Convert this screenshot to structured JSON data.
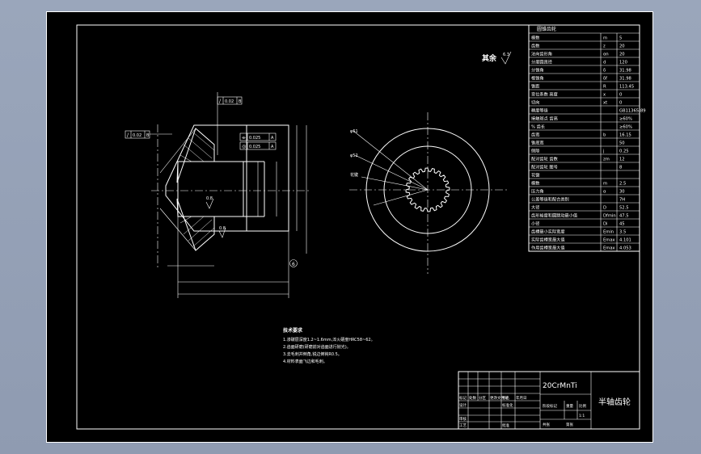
{
  "roughness_general": "其余",
  "roughness_value": "6.3",
  "surface_values": [
    "0.8",
    "0.8"
  ],
  "tolerance_frames": [
    {
      "symbol": "/",
      "value": "0.02",
      "datum": "B"
    },
    {
      "symbol": "/",
      "value": "0.02",
      "datum": "B"
    },
    {
      "symbol": "⌯",
      "value": "0.025",
      "datum": "A"
    },
    {
      "symbol": "◎",
      "value": "0.025",
      "datum": "A"
    }
  ],
  "side_labels": [
    "φ61",
    "φ52",
    "花键"
  ],
  "circle_mark": "6",
  "params_header": "圆锥齿轮",
  "params_rows": [
    {
      "name": "模数",
      "sym": "m",
      "val": "5"
    },
    {
      "name": "齿数",
      "sym": "z",
      "val": "20"
    },
    {
      "name": "法向齿形角",
      "sym": "αn",
      "val": "20"
    },
    {
      "name": "分度圆直径",
      "sym": "d",
      "val": "120"
    },
    {
      "name": "分锥角",
      "sym": "δ",
      "val": "31.98"
    },
    {
      "name": "根锥角",
      "sym": "δf",
      "val": "31.98"
    },
    {
      "name": "锥距",
      "sym": "R",
      "val": "113.45"
    },
    {
      "name": "变位系数 高度",
      "sym": "x",
      "val": "0"
    },
    {
      "name": "切向",
      "sym": "xt",
      "val": "0"
    },
    {
      "name": "精度等级",
      "sym": "",
      "val": "GB11365-89"
    },
    {
      "name": "接触斑点 齿高",
      "sym": "",
      "val": "≥60%"
    },
    {
      "name": "% 齿长",
      "sym": "",
      "val": "≥60%"
    },
    {
      "name": "齿宽",
      "sym": "b",
      "val": "16.15"
    },
    {
      "name": "锥底宽",
      "sym": "",
      "val": "50"
    },
    {
      "name": "侧隙",
      "sym": "j",
      "val": "0.25"
    },
    {
      "name": "配对齿轮 齿数",
      "sym": "zm",
      "val": "12"
    },
    {
      "name": "配对齿轮 图号",
      "sym": "",
      "val": "8"
    },
    {
      "name": "花键",
      "sym": "",
      "val": ""
    },
    {
      "name": "模数",
      "sym": "m",
      "val": "2.5"
    },
    {
      "name": "压力角",
      "sym": "α",
      "val": "30"
    },
    {
      "name": "公差等级和配合类别",
      "sym": "",
      "val": "7H"
    },
    {
      "name": "大径",
      "sym": "D",
      "val": "52.5"
    },
    {
      "name": "齿形裕度和圆跳动最小值",
      "sym": "Dfmin",
      "val": "47.5"
    },
    {
      "name": "小径",
      "sym": "Di",
      "val": "45"
    },
    {
      "name": "齿槽最小实际宽度",
      "sym": "Emin",
      "val": "3.5"
    },
    {
      "name": "实际齿槽宽最大值",
      "sym": "Emax",
      "val": "4.101"
    },
    {
      "name": "作用齿槽宽最大值",
      "sym": "Emax",
      "val": "4.053"
    }
  ],
  "tech_notes": {
    "heading": "技术要求",
    "items": [
      "1.渗碳层深度1.2~1.6mm,淬火硬度HRC58~62。",
      "2.齿面研磨(研磨前对齿面进行抛光)。",
      "3.去毛刺并倒角,锐边倒钝R0.5。",
      "4.材料表面飞边和毛刺。"
    ]
  },
  "title_block": {
    "material": "20CrMnTi",
    "part_name": "半轴齿轮",
    "cells": [
      "标记",
      "处数",
      "分区",
      "更改文件号",
      "签名",
      "年月日",
      "设计",
      "标准化",
      "审核",
      "工艺",
      "批准",
      "阶段标记",
      "重量",
      "比例",
      "1:1",
      "共张",
      "第张"
    ]
  }
}
